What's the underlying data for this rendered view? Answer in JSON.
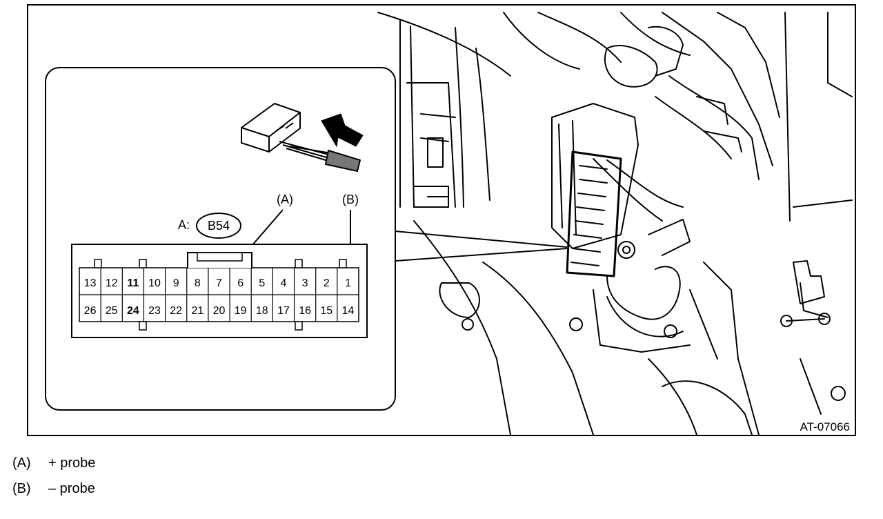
{
  "figure": {
    "code": "AT-07066",
    "connector_prefix": "A:",
    "connector_name": "B54",
    "callout_a": "(A)",
    "callout_b": "(B)",
    "pins_top": [
      "13",
      "12",
      "11",
      "10",
      "9",
      "8",
      "7",
      "6",
      "5",
      "4",
      "3",
      "2",
      "1"
    ],
    "pins_bottom": [
      "26",
      "25",
      "24",
      "23",
      "22",
      "21",
      "20",
      "19",
      "18",
      "17",
      "16",
      "15",
      "14"
    ]
  },
  "legend": [
    {
      "code": "(A)",
      "text": "+ probe"
    },
    {
      "code": "(B)",
      "text": "– probe"
    }
  ]
}
